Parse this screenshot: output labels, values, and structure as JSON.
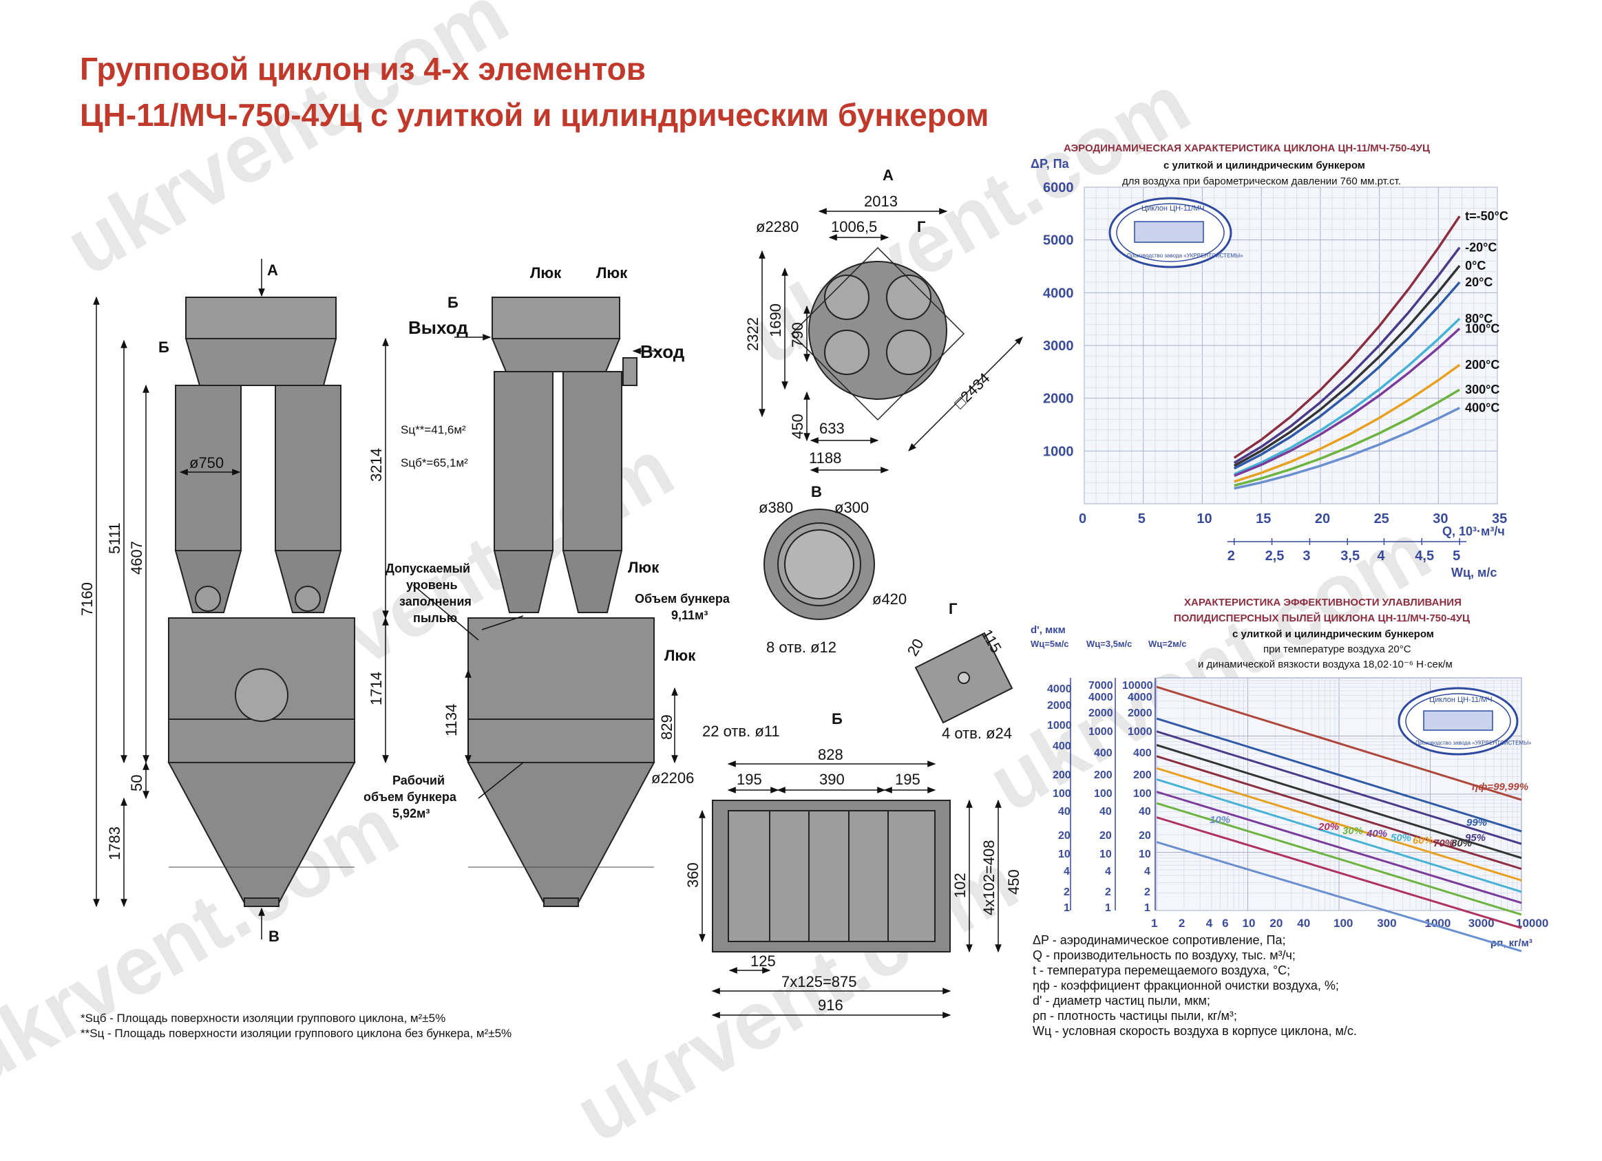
{
  "title": {
    "line1": "Групповой циклон из 4-х элементов",
    "line2": "ЦН-11/МЧ-750-4УЦ с улиткой и цилиндрическим бункером"
  },
  "watermark": "ukrvent.com",
  "views": {
    "front": {
      "label_top": "А",
      "label_b": "Б",
      "label_bottom": "В",
      "dim_overall": "7160",
      "dim_5111": "5111",
      "dim_4607": "4607",
      "dim_3214": "3214",
      "dim_1714": "1714",
      "dim_50": "50",
      "dim_1783": "1783",
      "dia": "ø750"
    },
    "side": {
      "luk1": "Люк",
      "luk2": "Люк",
      "luk3": "Люк",
      "luk4": "Люк",
      "b_label": "Б",
      "vyhod": "Выход",
      "vhod": "Вход",
      "sc": "Sц**=41,6м²",
      "scb": "Sцб*=65,1м²",
      "dust_level": [
        "Допускаемый",
        "уровень",
        "заполнения",
        "пылью"
      ],
      "bunker_volume": [
        "Объем бункера",
        "9,11м³"
      ],
      "work_volume": [
        "Рабочий",
        "объем бункера",
        "5,92м³"
      ],
      "dim_1134": "1134",
      "dim_829": "829",
      "dia_2206": "ø2206"
    },
    "plan_a": {
      "label": "А",
      "dim_2013": "2013",
      "dia_2280": "ø2280",
      "dim_1006": "1006,5",
      "g": "Г",
      "dim_2322": "2322",
      "dim_1690": "1690",
      "dim_790": "790",
      "dim_450": "450",
      "dim_633": "633",
      "dim_1188": "1188",
      "sq_2434": "□2434"
    },
    "flange_v": {
      "label": "В",
      "dia_380": "ø380",
      "dia_300": "ø300",
      "dia_420": "ø420",
      "holes": "8 отв. ø12"
    },
    "detail_g": {
      "label": "Г",
      "dim_20": "20",
      "dim_115": "115",
      "holes": "4 отв. ø24"
    },
    "flange_b": {
      "label": "Б",
      "holes": "22 отв. ø11",
      "dim_828": "828",
      "dim_195a": "195",
      "dim_390": "390",
      "dim_195b": "195",
      "dim_360": "360",
      "dim_102": "102",
      "dim_408": "4x102=408",
      "dim_450": "450",
      "dim_125": "125",
      "dim_875": "7x125=875",
      "dim_916": "916"
    }
  },
  "footnotes": [
    "*Sцб - Площадь поверхности изоляции группового циклона, м²±5%",
    "**Sц - Площадь поверхности изоляции группового циклона без бункера, м²±5%"
  ],
  "chart_data": [
    {
      "type": "line",
      "title": "АЭРОДИНАМИЧЕСКАЯ ХАРАКТЕРИСТИКА ЦИКЛОНА ЦН-11/МЧ-750-4УЦ",
      "subtitle": [
        "с улиткой и цилиндрическим бункером",
        "для воздуха при барометрическом давлении 760 мм.рт.ст."
      ],
      "ylabel": "ΔP, Па",
      "xlabel": "Q, 10³·м³/ч",
      "x2label": "Wц, м/с",
      "xlim": [
        0,
        35
      ],
      "ylim": [
        0,
        6000
      ],
      "xticks": [
        0,
        5,
        10,
        15,
        20,
        25,
        30,
        35
      ],
      "yticks": [
        1000,
        2000,
        3000,
        4000,
        5000,
        6000
      ],
      "x2ticks": [
        "2",
        "2,5",
        "3",
        "3,5",
        "4",
        "4,5",
        "5"
      ],
      "x2tick_q": [
        12.7,
        15.9,
        19.1,
        22.3,
        25.4,
        28.6,
        31.8
      ],
      "x": [
        12.7,
        15,
        17.5,
        20,
        22.5,
        25,
        27.5,
        30,
        31.8
      ],
      "series": [
        {
          "name": "t=-50°С",
          "color": "#8b2e3f",
          "values": [
            870,
            1213,
            1651,
            2156,
            2729,
            3369,
            4076,
            4851,
            5450
          ]
        },
        {
          "name": "-20°С",
          "color": "#4a3a8a",
          "values": [
            775,
            1081,
            1471,
            1921,
            2432,
            3002,
            3632,
            4323,
            4857
          ]
        },
        {
          "name": "0°С",
          "color": "#333333",
          "values": [
            720,
            1004,
            1367,
            1785,
            2259,
            2789,
            3375,
            4016,
            4512
          ]
        },
        {
          "name": "20°С",
          "color": "#2e5aa8",
          "values": [
            670,
            934,
            1272,
            1661,
            2102,
            2595,
            3140,
            3737,
            4198
          ]
        },
        {
          "name": "80°С",
          "color": "#46b3d6",
          "values": [
            560,
            781,
            1063,
            1388,
            1757,
            2169,
            2624,
            3123,
            3509
          ]
        },
        {
          "name": "100°С",
          "color": "#7a3b9a",
          "values": [
            530,
            739,
            1006,
            1314,
            1663,
            2053,
            2484,
            2956,
            3321
          ]
        },
        {
          "name": "200°С",
          "color": "#e8a020",
          "values": [
            420,
            586,
            797,
            1041,
            1318,
            1627,
            1969,
            2343,
            2632
          ]
        },
        {
          "name": "300°С",
          "color": "#6db33f",
          "values": [
            345,
            481,
            655,
            855,
            1083,
            1337,
            1617,
            1925,
            2162
          ]
        },
        {
          "name": "400°С",
          "color": "#6a8fd0",
          "values": [
            290,
            404,
            550,
            719,
            910,
            1123,
            1359,
            1618,
            1817
          ]
        }
      ]
    },
    {
      "type": "line",
      "title": "ХАРАКТЕРИСТИКА ЭФФЕКТИВНОСТИ УЛАВЛИВАНИЯ",
      "subtitle": [
        "ПОЛИДИСПЕРСНЫХ ПЫЛЕЙ ЦИКЛОНА ЦН-11/МЧ-750-4УЦ",
        "с улиткой и цилиндрическим бункером",
        "при температуре воздуха 20°С",
        "и динамической вязкости воздуха 18,02·10⁻⁶ Н·сек/м"
      ],
      "ylabel": "d', мкм",
      "ycols": [
        "Wц=5м/с",
        "Wц=3,5м/с",
        "Wц=2м/с"
      ],
      "yticks_a": [
        "4000",
        "2000",
        "1000",
        "400",
        "200",
        "100",
        "40",
        "20",
        "10",
        "4",
        "2",
        "1"
      ],
      "yticks_b": [
        "7000",
        "4000",
        "2000",
        "1000",
        "400",
        "200",
        "100",
        "40",
        "20",
        "10",
        "4",
        "2",
        "1"
      ],
      "yticks_c": [
        "10000",
        "4000",
        "2000",
        "1000",
        "400",
        "200",
        "100",
        "40",
        "20",
        "10",
        "4",
        "2",
        "1"
      ],
      "xlabel": "ρп, кг/м³",
      "xticks": [
        "1",
        "2",
        "4",
        "6",
        "10",
        "20",
        "40",
        "100",
        "300",
        "1000",
        "3000",
        "10000"
      ],
      "xlim": [
        1,
        10000
      ],
      "ylim": [
        1,
        10000
      ],
      "series": [
        {
          "name": "ηф=99,99%",
          "color": "#b0453a",
          "d_at_1": 7000,
          "d_at_10000": 80
        },
        {
          "name": "99%",
          "color": "#2e5aa8",
          "d_at_1": 2000,
          "d_at_10000": 23
        },
        {
          "name": "95%",
          "color": "#4a3a8a",
          "d_at_1": 1200,
          "d_at_10000": 14
        },
        {
          "name": "80%",
          "color": "#333333",
          "d_at_1": 700,
          "d_at_10000": 8
        },
        {
          "name": "70%",
          "color": "#8b2e3f",
          "d_at_1": 450,
          "d_at_10000": 5.2
        },
        {
          "name": "60%",
          "color": "#e8a020",
          "d_at_1": 280,
          "d_at_10000": 3.3
        },
        {
          "name": "50%",
          "color": "#46b3d6",
          "d_at_1": 180,
          "d_at_10000": 2.1
        },
        {
          "name": "40%",
          "color": "#7a3b9a",
          "d_at_1": 110,
          "d_at_10000": 1.35
        },
        {
          "name": "30%",
          "color": "#6db33f",
          "d_at_1": 70,
          "d_at_10000": 0.85
        },
        {
          "name": "20%",
          "color": "#b03060",
          "d_at_1": 40,
          "d_at_10000": 0.5
        },
        {
          "name": "10%",
          "color": "#6a8fd0",
          "d_at_1": 15,
          "d_at_10000": 0.2
        }
      ]
    }
  ],
  "stamp": {
    "top": "Циклон ЦН-11/МЧ",
    "bottom": "Производство завода «УКРВЕНТСИСТЕМЫ»"
  },
  "legend_defs": [
    "ΔP - аэродинамическое сопротивление, Па;",
    "Q - производительность по воздуху, тыс. м³/ч;",
    "t - температура перемещаемого воздуха, °С;",
    "ηф - коэффициент фракционной очистки воздуха, %;",
    "d' - диаметр частиц пыли, мкм;",
    "ρп - плотность частицы пыли, кг/м³;",
    "Wц - условная скорость воздуха в корпусе циклона, м/с."
  ]
}
